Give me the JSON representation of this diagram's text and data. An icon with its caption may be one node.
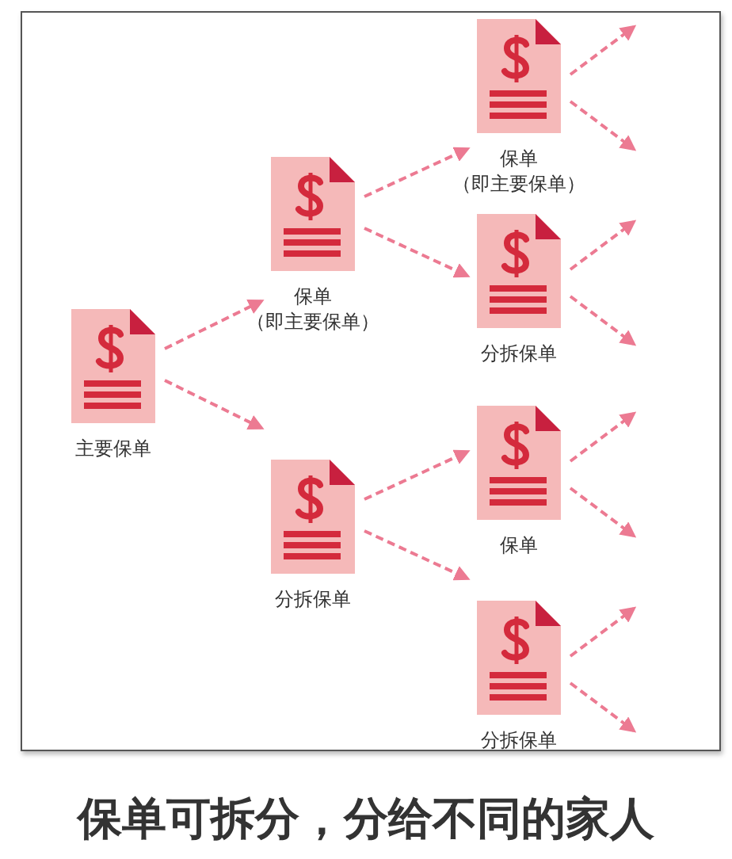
{
  "diagram": {
    "title": "保单可拆分，分给不同的家人",
    "nodes": [
      {
        "text": [
          "主要保单"
        ]
      },
      {
        "text": [
          "保单",
          "（即主要保单）"
        ]
      },
      {
        "text": [
          "分拆保单"
        ]
      },
      {
        "text": [
          "保单",
          "（即主要保单）"
        ]
      },
      {
        "text": [
          "分拆保单"
        ]
      },
      {
        "text": [
          "保单"
        ]
      },
      {
        "text": [
          "分拆保单"
        ]
      }
    ],
    "edges": [
      {
        "from": 0,
        "to": 1,
        "arrow": "to",
        "style": "dashed"
      },
      {
        "from": 0,
        "to": 2,
        "arrow": "to",
        "style": "dashed"
      },
      {
        "from": 1,
        "to": 3,
        "arrow": "to",
        "style": "dashed"
      },
      {
        "from": 1,
        "to": 4,
        "arrow": "to",
        "style": "dashed"
      },
      {
        "from": 2,
        "to": 5,
        "arrow": "to",
        "style": "dashed"
      },
      {
        "from": 2,
        "to": 6,
        "arrow": "to",
        "style": "dashed"
      },
      {
        "from": 3,
        "to": null,
        "arrow": "to",
        "style": "dashed"
      },
      {
        "from": 3,
        "to": null,
        "arrow": "to",
        "style": "dashed"
      },
      {
        "from": 4,
        "to": null,
        "arrow": "to",
        "style": "dashed"
      },
      {
        "from": 4,
        "to": null,
        "arrow": "to",
        "style": "dashed"
      },
      {
        "from": 5,
        "to": null,
        "arrow": "to",
        "style": "dashed"
      },
      {
        "from": 5,
        "to": null,
        "arrow": "to",
        "style": "dashed"
      },
      {
        "from": 6,
        "to": null,
        "arrow": "to",
        "style": "dashed"
      },
      {
        "from": 6,
        "to": null,
        "arrow": "to",
        "style": "dashed"
      }
    ]
  }
}
